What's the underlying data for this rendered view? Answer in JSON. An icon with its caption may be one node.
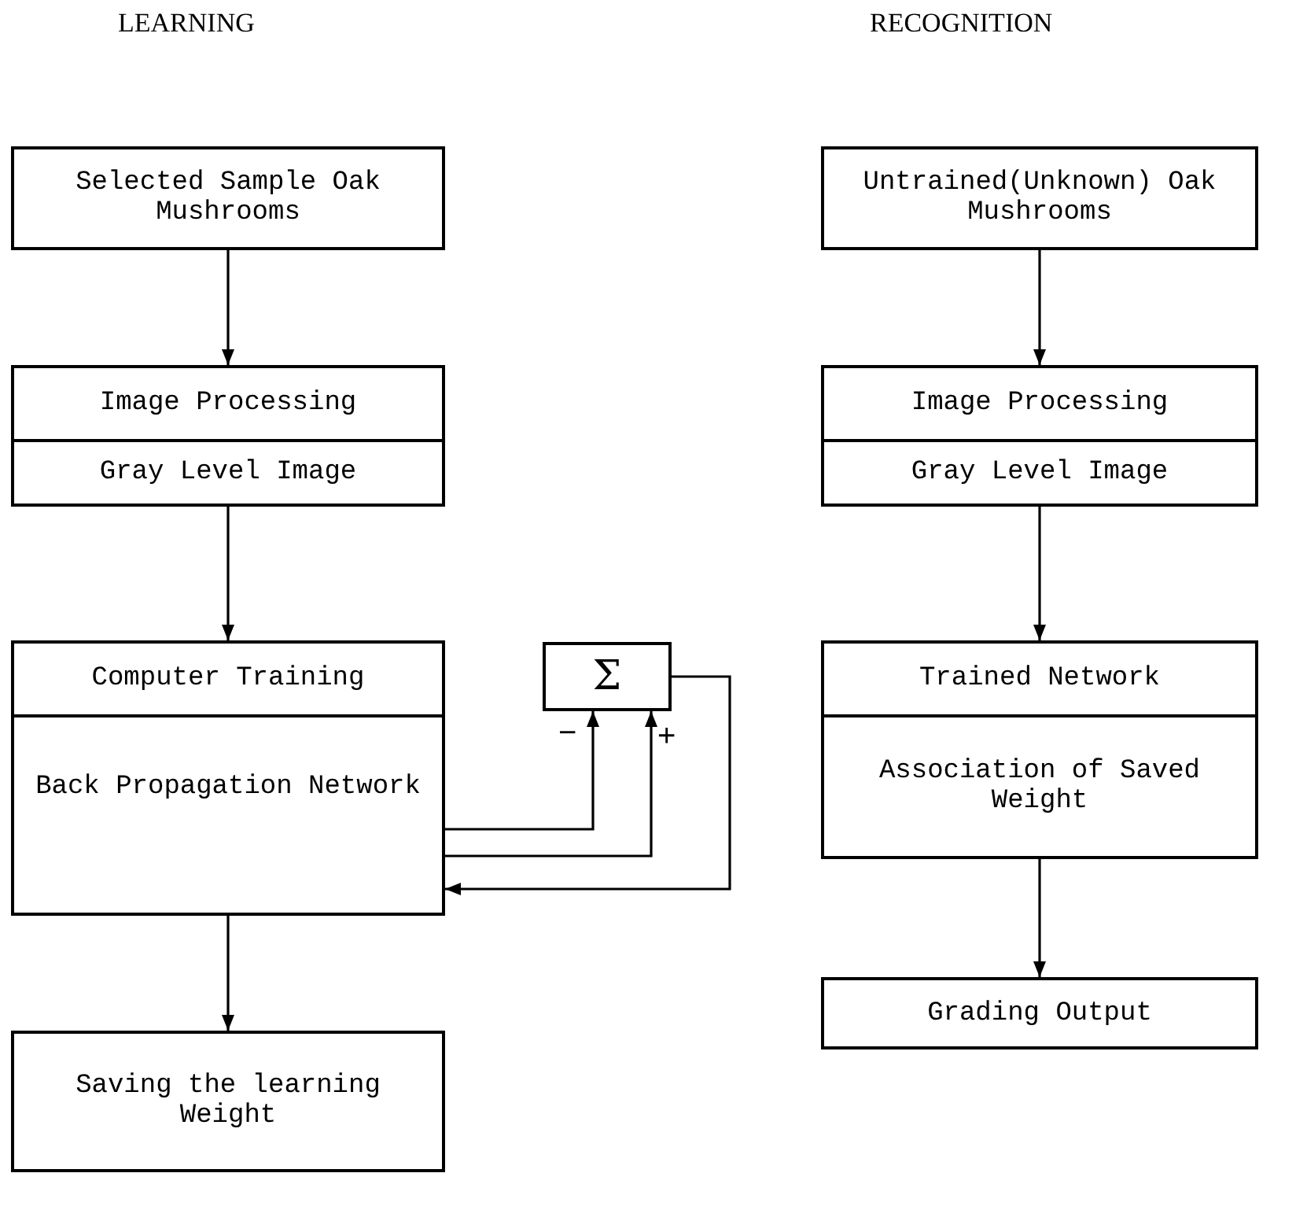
{
  "diagram": {
    "nodes": [
      {
        "text": [
          "Selected Sample Oak Mushrooms"
        ]
      },
      {
        "text": [
          "Image Processing",
          "Gray Level Image"
        ]
      },
      {
        "text": [
          "Computer Training",
          "Back Propagation Network"
        ]
      },
      {
        "text": [
          "Saving the learning Weight"
        ]
      },
      {
        "text": [
          "Σ"
        ]
      },
      {
        "text": [
          "Untrained(Unknown) Oak Mushrooms"
        ]
      },
      {
        "text": [
          "Image Processing",
          "Gray Level Image"
        ]
      },
      {
        "text": [
          "Trained Network",
          "Association of Saved Weight"
        ]
      },
      {
        "text": [
          "Grading Output"
        ]
      }
    ],
    "edges": [
      {
        "from": 0,
        "to": 1,
        "arrow": "to"
      },
      {
        "from": 1,
        "to": 2,
        "arrow": "to"
      },
      {
        "from": 2,
        "to": 4,
        "arrow": "to",
        "label": "−"
      },
      {
        "from": 2,
        "to": 4,
        "arrow": "to",
        "label": "+"
      },
      {
        "from": 4,
        "to": 2,
        "arrow": "to"
      },
      {
        "from": 2,
        "to": 3,
        "arrow": "to"
      },
      {
        "from": 5,
        "to": 6,
        "arrow": "to"
      },
      {
        "from": 6,
        "to": 7,
        "arrow": "to"
      },
      {
        "from": 7,
        "to": 8,
        "arrow": "to"
      }
    ],
    "labels": [
      "LEARNING",
      "RECOGNITION"
    ]
  }
}
